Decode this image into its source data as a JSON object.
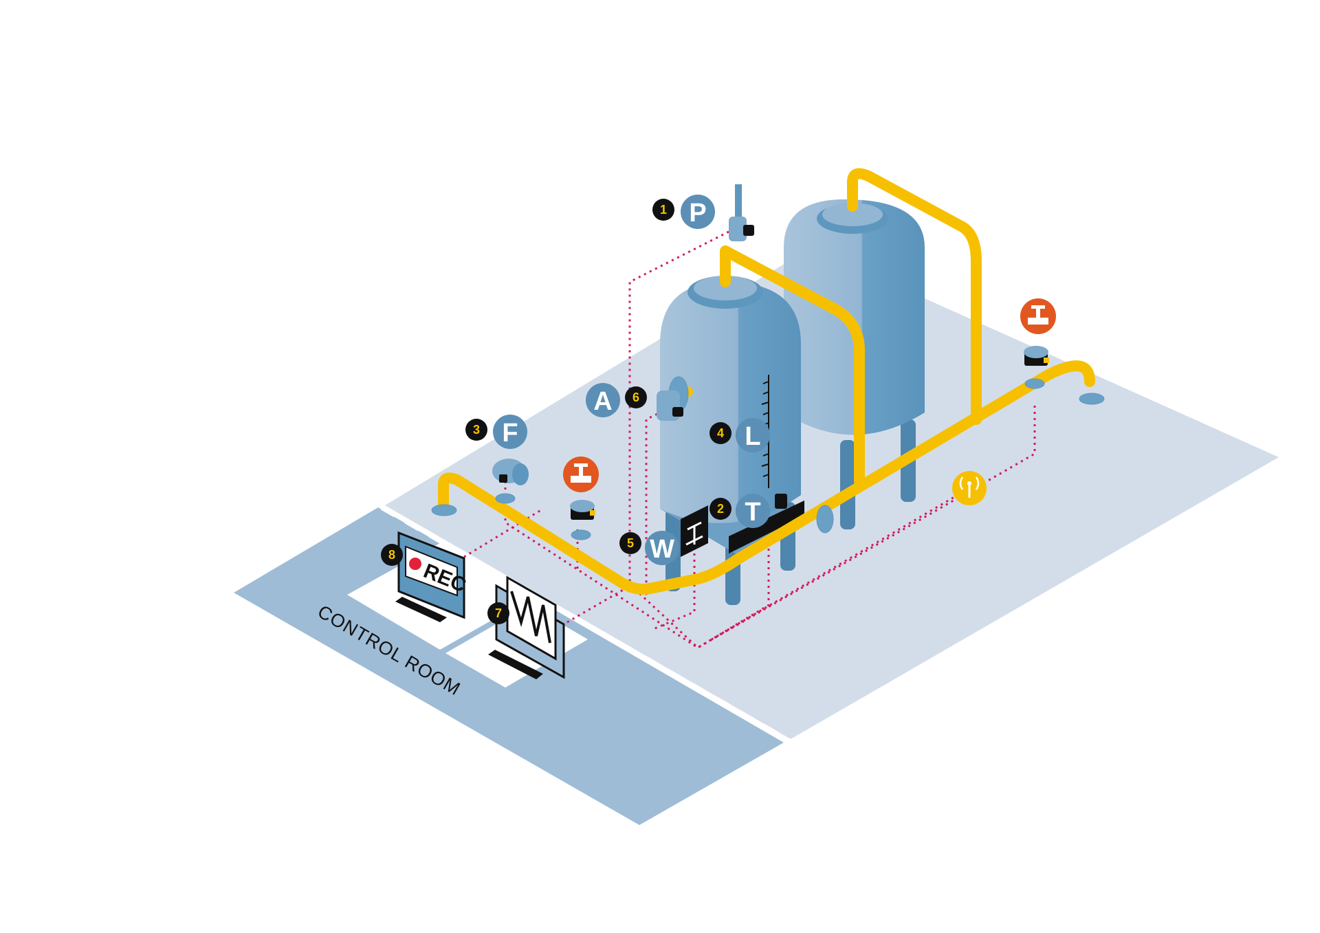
{
  "labels": {
    "control_room": "CONTROL ROOM",
    "rec": "REC"
  },
  "sensors": [
    {
      "number": "1",
      "letter": "P"
    },
    {
      "number": "2",
      "letter": "T"
    },
    {
      "number": "3",
      "letter": "F"
    },
    {
      "number": "4",
      "letter": "L"
    },
    {
      "number": "5",
      "letter": "W"
    },
    {
      "number": "6",
      "letter": "A"
    },
    {
      "number": "7"
    },
    {
      "number": "8"
    }
  ],
  "icons": [
    "valve-icon",
    "antenna-icon",
    "scale-icon",
    "record-icon",
    "waveform-icon"
  ],
  "colors": {
    "pipe": "#f6c000",
    "tank": "#93b6d3",
    "tank_dark": "#5e97bd",
    "badge": "#5b8fb5",
    "floor": "#d3dde9",
    "control_room": "#9fbcd6",
    "signal": "#d11a5a",
    "valve": "#e2571f",
    "black": "#111111"
  }
}
